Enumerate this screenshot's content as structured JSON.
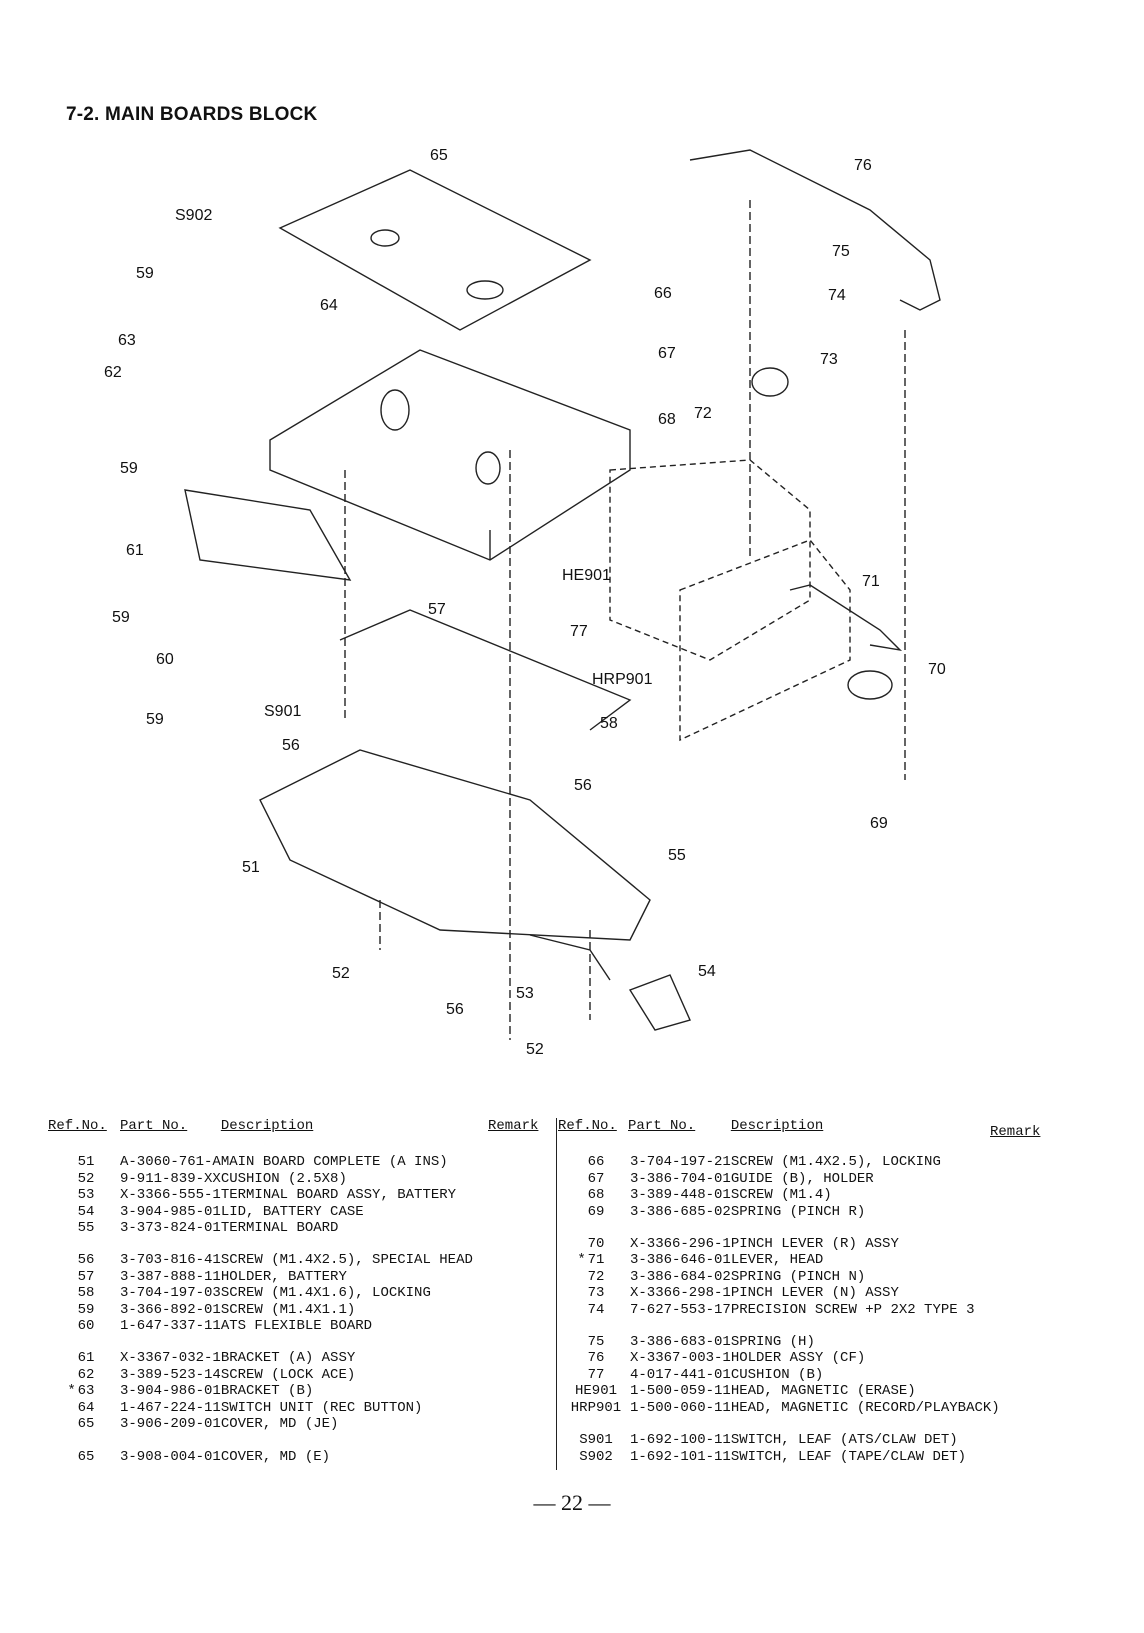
{
  "header": {
    "title": "7-2. MAIN BOARDS BLOCK"
  },
  "diagram": {
    "callouts": [
      "65",
      "S902",
      "59",
      "64",
      "63",
      "62",
      "59",
      "61",
      "59",
      "60",
      "S901",
      "59",
      "56",
      "51",
      "52",
      "56",
      "53",
      "52",
      "54",
      "55",
      "56",
      "57",
      "77",
      "HRP901",
      "58",
      "HE901",
      "66",
      "67",
      "68",
      "72",
      "76",
      "75",
      "74",
      "73",
      "71",
      "70",
      "69"
    ]
  },
  "table_headers": {
    "ref": "Ref.No.",
    "part": "Part No.",
    "desc": "Description",
    "remark": "Remark"
  },
  "parts_left": [
    {
      "mark": "",
      "ref": "51",
      "part": "A-3060-761-A",
      "desc": "MAIN BOARD COMPLETE (A INS)"
    },
    {
      "mark": "",
      "ref": "52",
      "part": "9-911-839-XX",
      "desc": "CUSHION (2.5X8)"
    },
    {
      "mark": "",
      "ref": "53",
      "part": "X-3366-555-1",
      "desc": "TERMINAL BOARD ASSY, BATTERY"
    },
    {
      "mark": "",
      "ref": "54",
      "part": "3-904-985-01",
      "desc": "LID, BATTERY CASE"
    },
    {
      "mark": "",
      "ref": "55",
      "part": "3-373-824-01",
      "desc": "TERMINAL BOARD"
    },
    {
      "mark": "",
      "ref": "56",
      "part": "3-703-816-41",
      "desc": "SCREW (M1.4X2.5), SPECIAL HEAD",
      "gap": true
    },
    {
      "mark": "",
      "ref": "57",
      "part": "3-387-888-11",
      "desc": "HOLDER, BATTERY"
    },
    {
      "mark": "",
      "ref": "58",
      "part": "3-704-197-03",
      "desc": "SCREW (M1.4X1.6), LOCKING"
    },
    {
      "mark": "",
      "ref": "59",
      "part": "3-366-892-01",
      "desc": "SCREW (M1.4X1.1)"
    },
    {
      "mark": "",
      "ref": "60",
      "part": "1-647-337-11",
      "desc": "ATS FLEXIBLE BOARD"
    },
    {
      "mark": "",
      "ref": "61",
      "part": "X-3367-032-1",
      "desc": "BRACKET (A) ASSY",
      "gap": true
    },
    {
      "mark": "",
      "ref": "62",
      "part": "3-389-523-14",
      "desc": "SCREW (LOCK ACE)"
    },
    {
      "mark": "*",
      "ref": "63",
      "part": "3-904-986-01",
      "desc": "BRACKET (B)"
    },
    {
      "mark": "",
      "ref": "64",
      "part": "1-467-224-11",
      "desc": "SWITCH UNIT (REC BUTTON)"
    },
    {
      "mark": "",
      "ref": "65",
      "part": "3-906-209-01",
      "desc": "COVER, MD (JE)"
    },
    {
      "mark": "",
      "ref": "65",
      "part": "3-908-004-01",
      "desc": "COVER, MD (E)",
      "gap": true
    }
  ],
  "parts_right": [
    {
      "mark": "",
      "ref": "66",
      "part": "3-704-197-21",
      "desc": "SCREW (M1.4X2.5), LOCKING"
    },
    {
      "mark": "",
      "ref": "67",
      "part": "3-386-704-01",
      "desc": "GUIDE (B), HOLDER"
    },
    {
      "mark": "",
      "ref": "68",
      "part": "3-389-448-01",
      "desc": "SCREW (M1.4)"
    },
    {
      "mark": "",
      "ref": "69",
      "part": "3-386-685-02",
      "desc": "SPRING (PINCH R)"
    },
    {
      "mark": "",
      "ref": "70",
      "part": "X-3366-296-1",
      "desc": "PINCH LEVER (R) ASSY",
      "gap": true
    },
    {
      "mark": "*",
      "ref": "71",
      "part": "3-386-646-01",
      "desc": "LEVER, HEAD"
    },
    {
      "mark": "",
      "ref": "72",
      "part": "3-386-684-02",
      "desc": "SPRING (PINCH N)"
    },
    {
      "mark": "",
      "ref": "73",
      "part": "X-3366-298-1",
      "desc": "PINCH LEVER (N) ASSY"
    },
    {
      "mark": "",
      "ref": "74",
      "part": "7-627-553-17",
      "desc": "PRECISION SCREW +P 2X2 TYPE 3"
    },
    {
      "mark": "",
      "ref": "75",
      "part": "3-386-683-01",
      "desc": "SPRING (H)",
      "gap": true
    },
    {
      "mark": "",
      "ref": "76",
      "part": "X-3367-003-1",
      "desc": "HOLDER ASSY (CF)"
    },
    {
      "mark": "",
      "ref": "77",
      "part": "4-017-441-01",
      "desc": "CUSHION (B)"
    },
    {
      "mark": "",
      "ref": "HE901",
      "part": "1-500-059-11",
      "desc": "HEAD, MAGNETIC (ERASE)"
    },
    {
      "mark": "",
      "ref": "HRP901",
      "part": "1-500-060-11",
      "desc": "HEAD, MAGNETIC (RECORD/PLAYBACK)"
    },
    {
      "mark": "",
      "ref": "S901",
      "part": "1-692-100-11",
      "desc": "SWITCH, LEAF (ATS/CLAW DET)",
      "gap": true
    },
    {
      "mark": "",
      "ref": "S902",
      "part": "1-692-101-11",
      "desc": "SWITCH, LEAF (TAPE/CLAW DET)"
    }
  ],
  "footer": {
    "page": "— 22 —"
  }
}
